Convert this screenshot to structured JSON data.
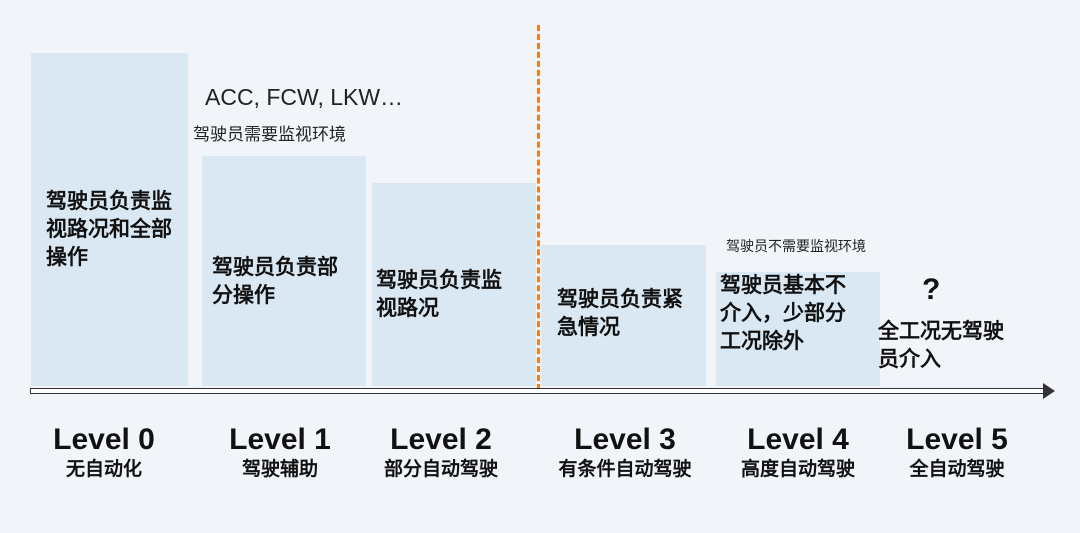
{
  "notes": {
    "adas": "ACC, FCW, LKW…",
    "monitor_required": "驾驶员需要监视环境",
    "monitor_not_required": "驾驶员不需要监视环境"
  },
  "levels": [
    {
      "title": "Level 0",
      "subtitle": "无自动化",
      "desc": "驾驶员负责监视路况和全部操作"
    },
    {
      "title": "Level 1",
      "subtitle": "驾驶辅助",
      "desc": "驾驶员负责部分操作"
    },
    {
      "title": "Level 2",
      "subtitle": "部分自动驾驶",
      "desc": "驾驶员负责监视路况"
    },
    {
      "title": "Level 3",
      "subtitle": "有条件自动驾驶",
      "desc": "驾驶员负责紧急情况"
    },
    {
      "title": "Level 4",
      "subtitle": "高度自动驾驶",
      "desc": "驾驶员基本不介入，少部分工况除外"
    },
    {
      "title": "Level 5",
      "subtitle": "全自动驾驶",
      "desc": "全工况无驾驶员介入",
      "mark": "?"
    }
  ],
  "colors": {
    "box": "#d9e8f3",
    "divider": "#ef7d22",
    "background": "#f1f4f8"
  }
}
